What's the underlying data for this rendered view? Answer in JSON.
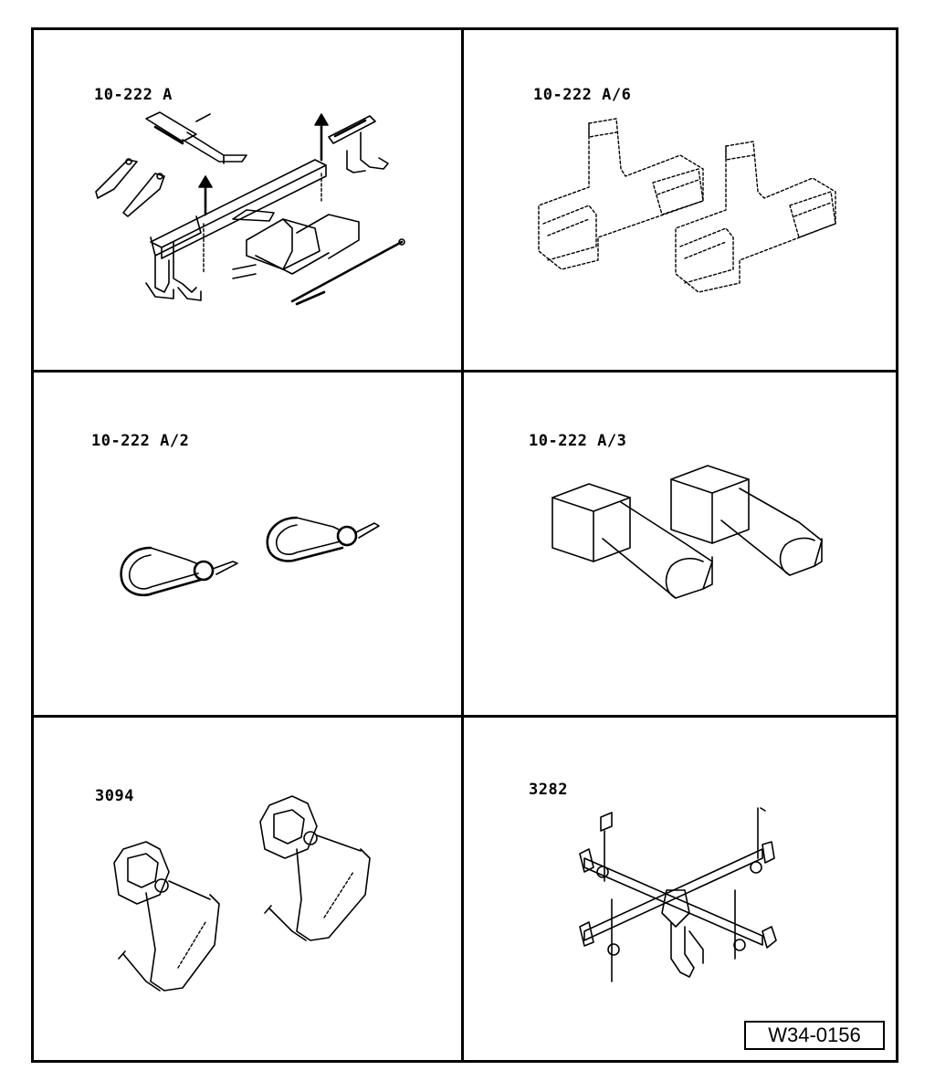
{
  "panels": [
    {
      "id": "p1",
      "label": "10-222 A"
    },
    {
      "id": "p2",
      "label": "10-222 A/6"
    },
    {
      "id": "p3",
      "label": "10-222 A/2"
    },
    {
      "id": "p4",
      "label": "10-222 A/3"
    },
    {
      "id": "p5",
      "label": "3094"
    },
    {
      "id": "p6",
      "label": "3282"
    }
  ],
  "reference_code": "W34-0156"
}
